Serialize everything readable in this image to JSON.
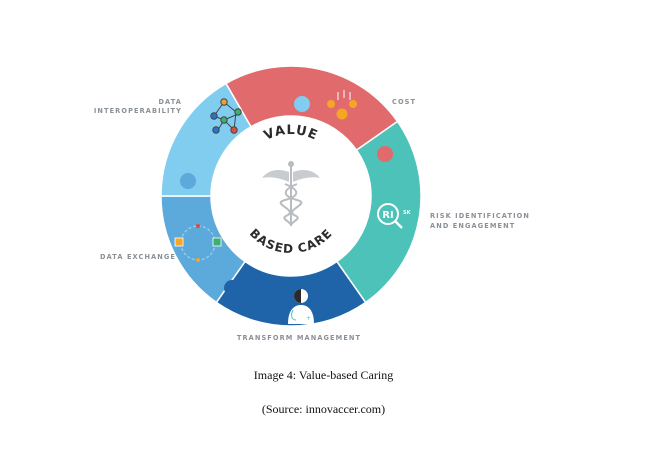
{
  "diagram": {
    "center_top": "VALUE",
    "center_bottom": "BASED CARE",
    "segments": [
      {
        "key": "interop",
        "label_lines": [
          "DATA",
          "INTEROPERABILITY"
        ],
        "color": "#5ca9dc"
      },
      {
        "key": "cost",
        "label_lines": [
          "COST"
        ],
        "color": "#80cdf0"
      },
      {
        "key": "risk",
        "label_lines": [
          "RISK IDENTIFICATION",
          "AND ENGAGEMENT"
        ],
        "color": "#e06a6c"
      },
      {
        "key": "transform",
        "label_lines": [
          "TRANSFORM MANAGEMENT"
        ],
        "color": "#4cc2b8"
      },
      {
        "key": "exchange",
        "label_lines": [
          "DATA EXCHANGE"
        ],
        "color": "#1f64a8"
      }
    ],
    "risk_icon_text": "RI",
    "risk_icon_sub": "SK"
  },
  "caption": {
    "title": "Image 4: Value-based Caring",
    "source": "(Source: innovaccer.com)"
  }
}
